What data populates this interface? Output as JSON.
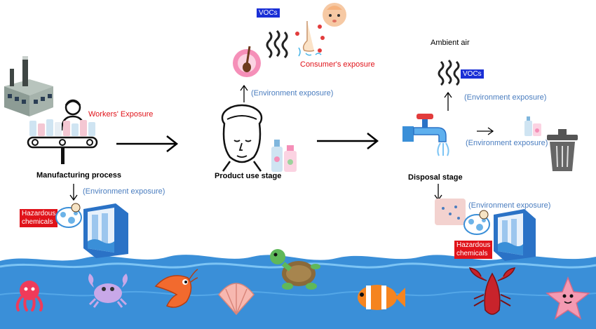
{
  "labels": {
    "manufacturing": "Manufacturing process",
    "workers_exposure": "Workers' Exposure",
    "product_use": "Product use stage",
    "disposal": "Disposal stage",
    "consumers_exposure": "Consumer's exposure",
    "ambient_air": "Ambient air",
    "vocs_top": "VOCs",
    "vocs_right": "VOCs",
    "env_exp_product": "(Environment exposure)",
    "env_exp_manufacturing": "(Environment exposure)",
    "env_exp_disposal_up": "(Environment exposure)",
    "env_exp_disposal_right": "(Environment exposure)",
    "env_exp_disposal_down": "(Environment exposure)",
    "hazardous_left_1": "Hazardous",
    "hazardous_left_2": "chemicals",
    "hazardous_right_1": "Hazardous",
    "hazardous_right_2": "chemicals"
  },
  "colors": {
    "sea": "#3a8fd8",
    "sea_light": "#5fb0ee",
    "arrow": "#000000",
    "blue_text": "#4a7dbf",
    "red_text": "#e0131a",
    "voc_tag": "#1a2fd6"
  },
  "icons": [
    "factory-icon",
    "worker-icon",
    "conveyor-icon",
    "face-icon",
    "hair-follicle-icon",
    "baby-icon",
    "nose-icon",
    "tap-icon",
    "trash-icon",
    "cosmetics-icon",
    "water-tank-icon",
    "octopus-icon",
    "crab-icon",
    "shrimp-icon",
    "shell-icon",
    "turtle-icon",
    "clownfish-icon",
    "lobster-icon",
    "starfish-icon"
  ]
}
